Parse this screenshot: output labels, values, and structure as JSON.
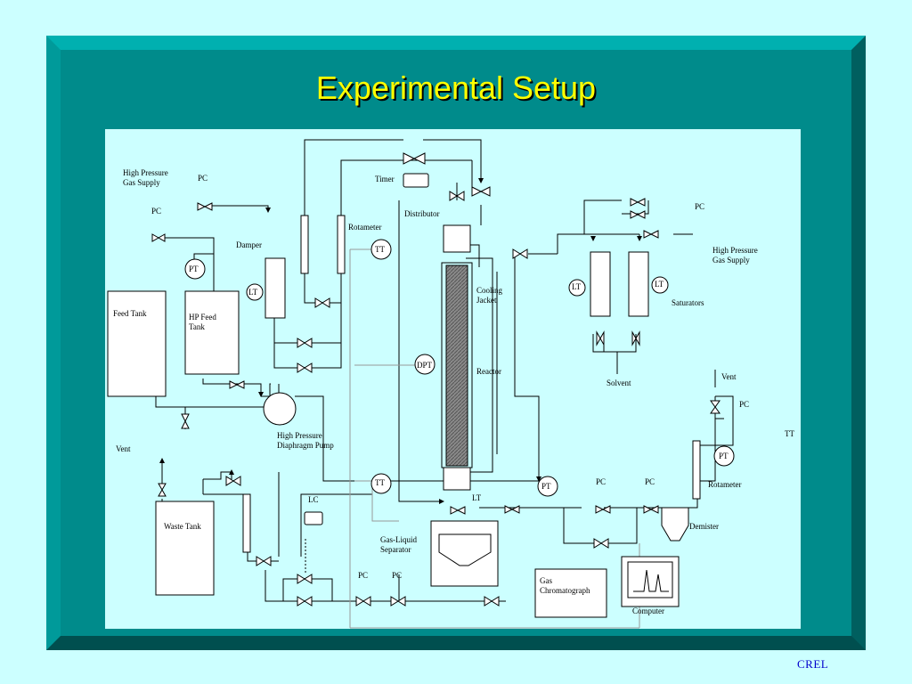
{
  "slide": {
    "title": "Experimental Setup",
    "footer": "CREL"
  },
  "diagram": {
    "labels": {
      "hp_gas_left": [
        "High Pressure",
        "Gas Supply"
      ],
      "pc_top_left": "PC",
      "pc_left": "PC",
      "timer": "Timer",
      "distributor": "Distributor",
      "rotameter_top": "Rotameter",
      "damper": "Damper",
      "tt_top": "TT",
      "pt_hp": "PT",
      "lt_damper": "LT",
      "feed_tank": "Feed Tank",
      "hp_feed_tank": [
        "HP Feed",
        "Tank"
      ],
      "cooling_jacket": [
        "Cooling",
        "Jacket"
      ],
      "dpt": "DPT",
      "reactor": "Reactor",
      "pump": [
        "High Pressure",
        "Diaphragm Pump"
      ],
      "vent_left": "Vent",
      "tt_bottom": "TT",
      "lt_separator": "LT",
      "lc": "LC",
      "waste_tank": "Waste Tank",
      "gas_liquid_separator": [
        "Gas-Liquid",
        "Separator"
      ],
      "pc_bottom_1": "PC",
      "pc_bottom_2": "PC",
      "gas_chromatograph": [
        "Gas",
        "Chromatograph"
      ],
      "computer": "Computer",
      "pc_sat": "PC",
      "hp_gas_right": [
        "High Pressure",
        "Gas Supply"
      ],
      "lt_sat_1": "LT",
      "lt_sat_2": "LT",
      "saturators": "Saturators",
      "solvent": "Solvent",
      "vent_right": "Vent",
      "pc_vent": "PC",
      "tt_right": "TT",
      "pt_right": "PT",
      "rotameter_right": "Rotameter",
      "pt_mid": "PT",
      "pc_demister_1": "PC",
      "pc_demister_2": "PC",
      "demister": "Demister"
    }
  },
  "colors": {
    "background": "#ccffff",
    "frame": "#008b8b",
    "title": "#ffff00",
    "footer": "#0000cc",
    "reactor_fill": "#777777"
  }
}
